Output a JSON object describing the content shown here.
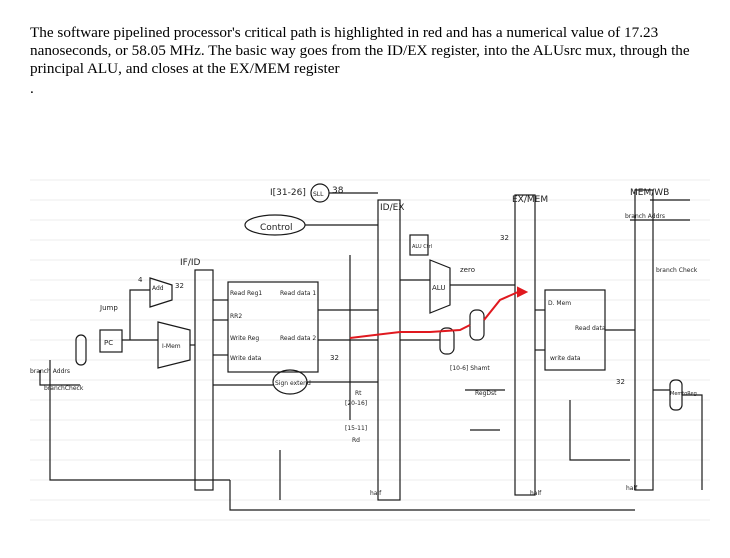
{
  "caption": {
    "text": "The software pipelined processor's critical path is highlighted in red and has a numerical value of 17.23 nanoseconds, or 58.05 MHz. The basic way goes from the ID/EX register, into the ALUsrc mux, through the principal ALU, and closes at the EX/MEM register",
    "bullet": "."
  },
  "diagram": {
    "labels": {
      "ifid": "IF/ID",
      "idex": "ID/EX",
      "exmem": "EX/MEM",
      "memwb": "MEM/WB",
      "control": "Control",
      "i3126": "I[31-26]",
      "sll": "SLL",
      "n38": "38",
      "add": "Add",
      "n32a": "32",
      "n4": "4",
      "pc": "PC",
      "imem": "I-Mem",
      "jump": "Jump",
      "branch_addr": "branch Addrs",
      "branch_check": "branchCheck",
      "read_reg1": "Read Reg1",
      "read_reg2": "RR2",
      "write_reg": "Write Reg",
      "write_data": "Write data",
      "read_data1": "Read data 1",
      "read_data2": "Read data 2",
      "sign_extend": "Sign extend",
      "rt": "Rt",
      "rd": "Rd",
      "alu": "ALU",
      "zero": "zero",
      "alu_ctrl": "ALU Ctrl",
      "dmem": "D. Mem",
      "read_data": "Read data",
      "write_data2": "write data",
      "shamt": "[10-6] Shamt",
      "i2016": "[20-16]",
      "i1511": "[15-11]",
      "half1": "half",
      "half2": "half",
      "half3": "half",
      "regdst": "RegDst",
      "branch_check2": "branch Check",
      "mem_to_reg": "MemtoReg",
      "branch_addr2": "branch Addrs",
      "n32b": "32",
      "n32c": "32",
      "n32d": "32"
    }
  },
  "colors": {
    "ink": "#1a1a1a",
    "critical_path": "#e0191f",
    "paper": "#ffffff",
    "grid": "#dcdcdc"
  }
}
